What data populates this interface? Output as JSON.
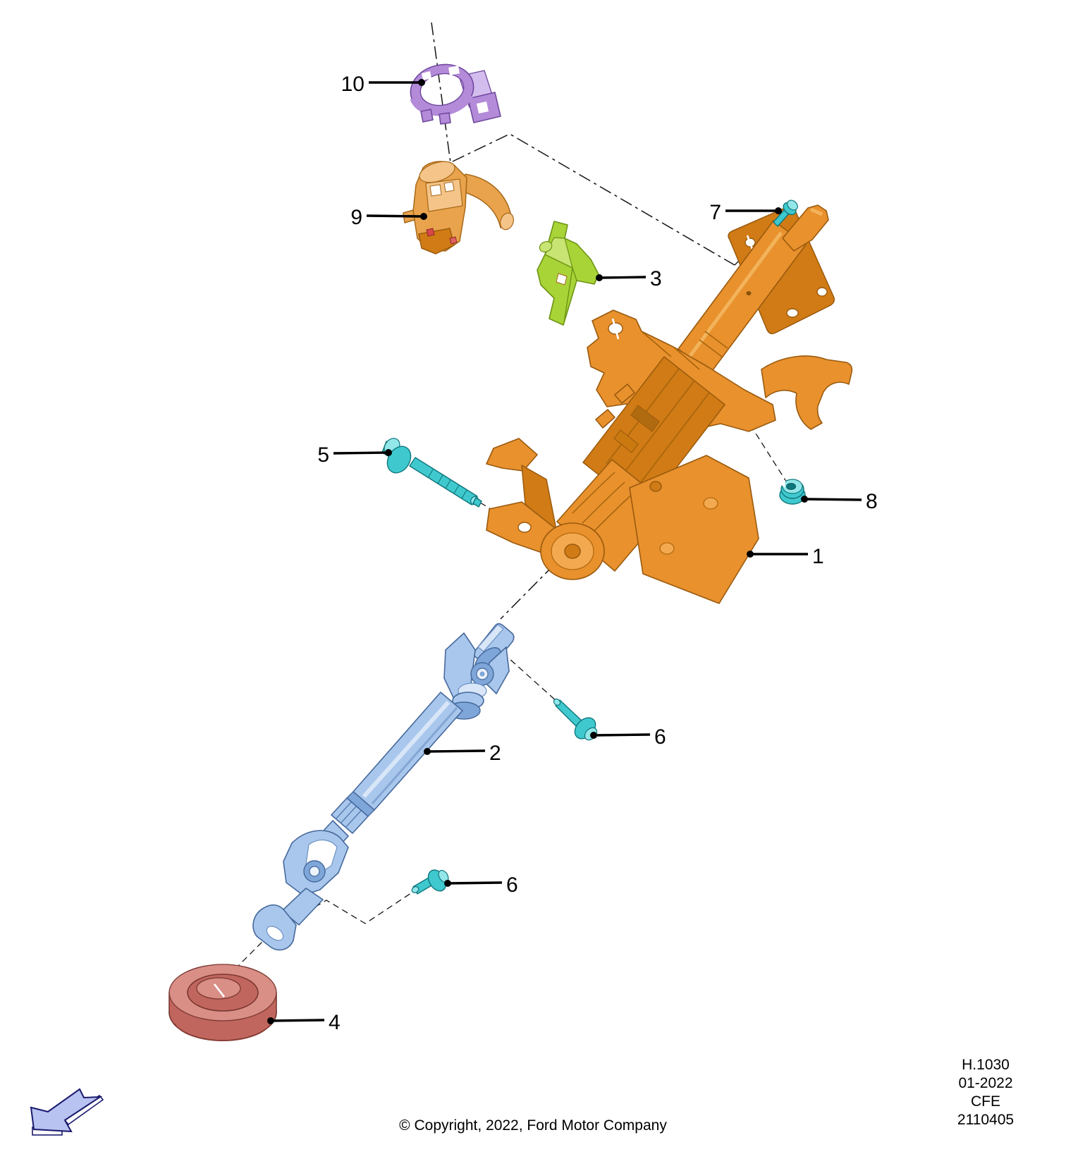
{
  "diagram": {
    "callouts": {
      "c1": {
        "label": "1"
      },
      "c2": {
        "label": "2"
      },
      "c3": {
        "label": "3"
      },
      "c4": {
        "label": "4"
      },
      "c5": {
        "label": "5"
      },
      "c6a": {
        "label": "6"
      },
      "c6b": {
        "label": "6"
      },
      "c7": {
        "label": "7"
      },
      "c8": {
        "label": "8"
      },
      "c9": {
        "label": "9"
      },
      "c10": {
        "label": "10"
      }
    }
  },
  "footer": {
    "copyright": "© Copyright, 2022, Ford Motor Company",
    "reference": {
      "section": "H.1030",
      "date": "01-2022",
      "code": "CFE",
      "number": "2110405"
    }
  },
  "nav": {
    "back_button": {
      "icon": "back-arrow-icon"
    }
  },
  "colors": {
    "column-orange": "#E8912D",
    "shaft-blue": "#A9C7EC",
    "bracket-green": "#A8D438",
    "ring-purple": "#B38BD9",
    "seal-red": "#C1665E",
    "fastener-teal": "#3FC9CE",
    "sensor-orange": "#E8A34C",
    "arrow-periwinkle": "#B9C3F1"
  }
}
